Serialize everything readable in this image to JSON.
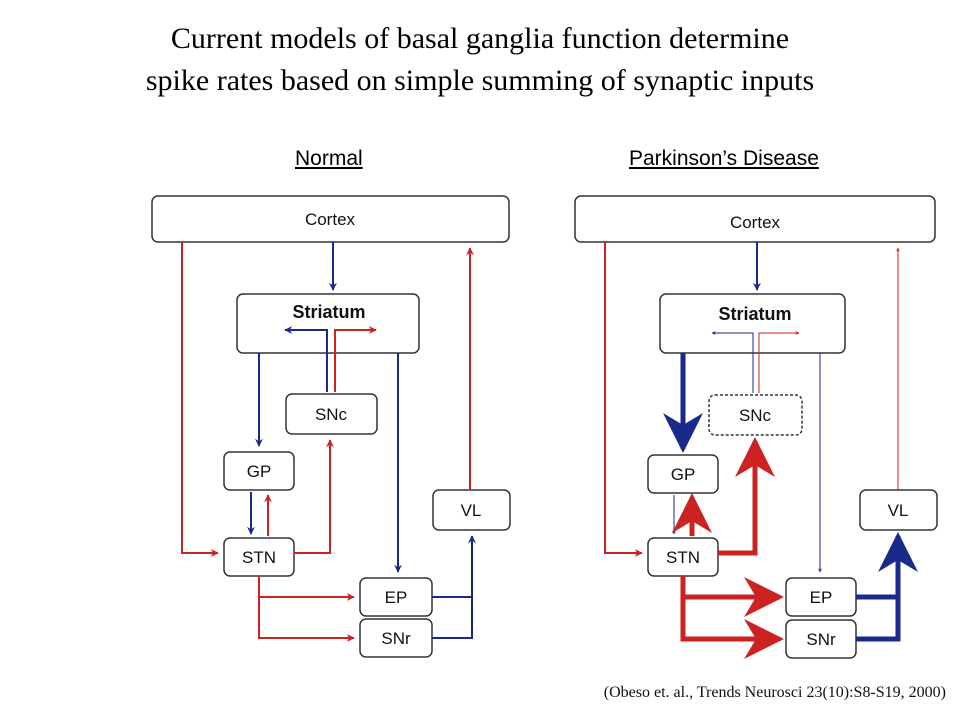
{
  "title": {
    "line1": "Current models of basal ganglia function determine",
    "line2": "spike rates based on simple summing of synaptic inputs"
  },
  "panels": {
    "normal": {
      "title": "Normal",
      "nodes": {
        "cortex": "Cortex",
        "striatum": "Striatum",
        "snc": "SNc",
        "gp": "GP",
        "stn": "STN",
        "ep": "EP",
        "snr": "SNr",
        "vl": "VL"
      }
    },
    "pd": {
      "title": "Parkinson’s Disease",
      "nodes": {
        "cortex": "Cortex",
        "striatum": "Striatum",
        "snc": "SNc",
        "gp": "GP",
        "stn": "STN",
        "ep": "EP",
        "snr": "SNr",
        "vl": "VL"
      }
    }
  },
  "colors": {
    "excitatory": "#cc2222",
    "inhibitory": "#1a2a8a"
  },
  "citation": "(Obeso et. al., Trends Neurosci 23(10):S8-S19, 2000)"
}
